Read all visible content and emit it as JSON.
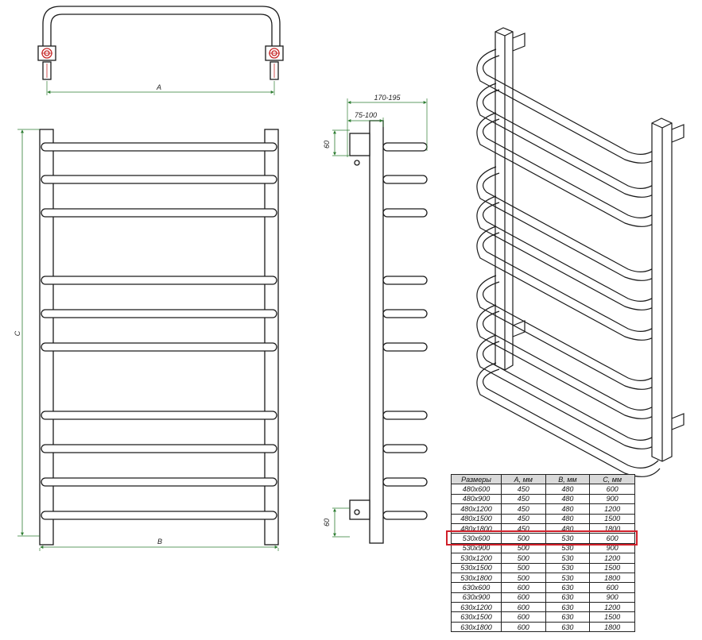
{
  "dimensions": {
    "a": "A",
    "b": "B",
    "c": "C",
    "depth_total": "170-195",
    "depth_wall": "75-100",
    "top_offset": "60",
    "bottom_offset": "60"
  },
  "table": {
    "headers": [
      "Размеры",
      "A, мм",
      "B, мм",
      "C, мм"
    ],
    "rows": [
      [
        "480x600",
        "450",
        "480",
        "600"
      ],
      [
        "480x900",
        "450",
        "480",
        "900"
      ],
      [
        "480x1200",
        "450",
        "480",
        "1200"
      ],
      [
        "480x1500",
        "450",
        "480",
        "1500"
      ],
      [
        "480x1800",
        "450",
        "480",
        "1800"
      ],
      [
        "530x600",
        "500",
        "530",
        "600"
      ],
      [
        "530x900",
        "500",
        "530",
        "900"
      ],
      [
        "530x1200",
        "500",
        "530",
        "1200"
      ],
      [
        "530x1500",
        "500",
        "530",
        "1500"
      ],
      [
        "530x1800",
        "500",
        "530",
        "1800"
      ],
      [
        "630x600",
        "600",
        "630",
        "600"
      ],
      [
        "630x900",
        "600",
        "630",
        "900"
      ],
      [
        "630x1200",
        "600",
        "630",
        "1200"
      ],
      [
        "630x1500",
        "600",
        "630",
        "1500"
      ],
      [
        "630x1800",
        "600",
        "630",
        "1800"
      ]
    ],
    "highlighted_row": "530x600",
    "highlight_color": "#d0202a"
  },
  "colors": {
    "line": "#1a1a1a",
    "dimension": "#2e7d32",
    "header_fill": "#d9d9d9"
  }
}
